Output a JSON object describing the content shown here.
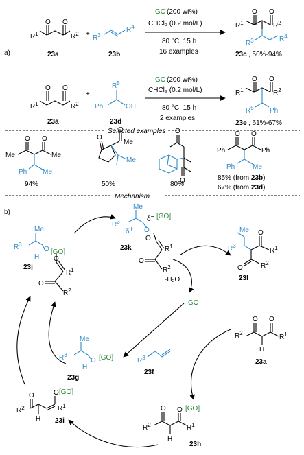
{
  "part_a_label": "a)",
  "part_b_label": "b)",
  "reaction1": {
    "sm1": "23a",
    "sm2": "23b",
    "plus": "+",
    "cond_catalyst_prefix": "GO",
    "cond_catalyst_suffix": " (200 wt%)",
    "cond_solvent": "CHCl₃ (0.2 mol/L)",
    "cond_temp": "80 °C, 15 h",
    "cond_examples": "16 examples",
    "product": "23c",
    "yield": ", 50%-94%"
  },
  "reaction2": {
    "sm1": "23a",
    "sm2": "23d",
    "plus": "+",
    "cond_catalyst_prefix": "GO",
    "cond_catalyst_suffix": " (200 wt%)",
    "cond_solvent": "CHCl₃ (0.2 mol/L)",
    "cond_temp": "80 °C, 15 h",
    "cond_examples": "2 examples",
    "product": "23e",
    "yield": ", 61%-67%"
  },
  "selected_header": "Selected examples",
  "examples": [
    {
      "yield": "94%"
    },
    {
      "yield": "50%"
    },
    {
      "yield": "80%"
    },
    {
      "yield_b": "85% (from ",
      "ref_b": "23b",
      "close_b": ")",
      "yield_d": "67% (from ",
      "ref_d": "23d",
      "close_d": ")"
    }
  ],
  "mechanism_header": "Mechanism",
  "mechanism": {
    "go": "[GO]",
    "go_free": "GO",
    "water": "-H₂O",
    "labels": {
      "k": "23k",
      "l": "23l",
      "j": "23j",
      "g": "23g",
      "f": "23f",
      "a": "23a",
      "i": "23i",
      "h": "23h"
    }
  },
  "colors": {
    "blue": "#2e8bc8",
    "green": "#2e8b3c"
  }
}
